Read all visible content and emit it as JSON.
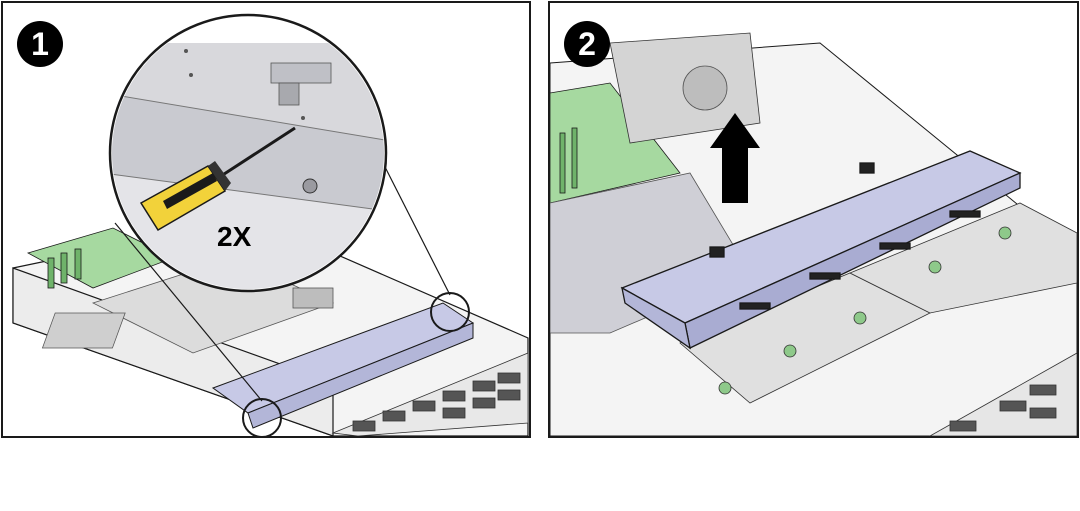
{
  "steps": [
    {
      "number": "1",
      "callout": "2X"
    },
    {
      "number": "2"
    }
  ],
  "colors": {
    "outline": "#1a1a1a",
    "chassis": "#f2f2f2",
    "air_duct": "#c7c9e6",
    "board_green": "#9fd79a",
    "screwdriver_yellow": "#f2d23a",
    "arrow": "#000000"
  },
  "icons": [
    "screwdriver-icon",
    "up-arrow-icon",
    "magnifier-callout"
  ]
}
